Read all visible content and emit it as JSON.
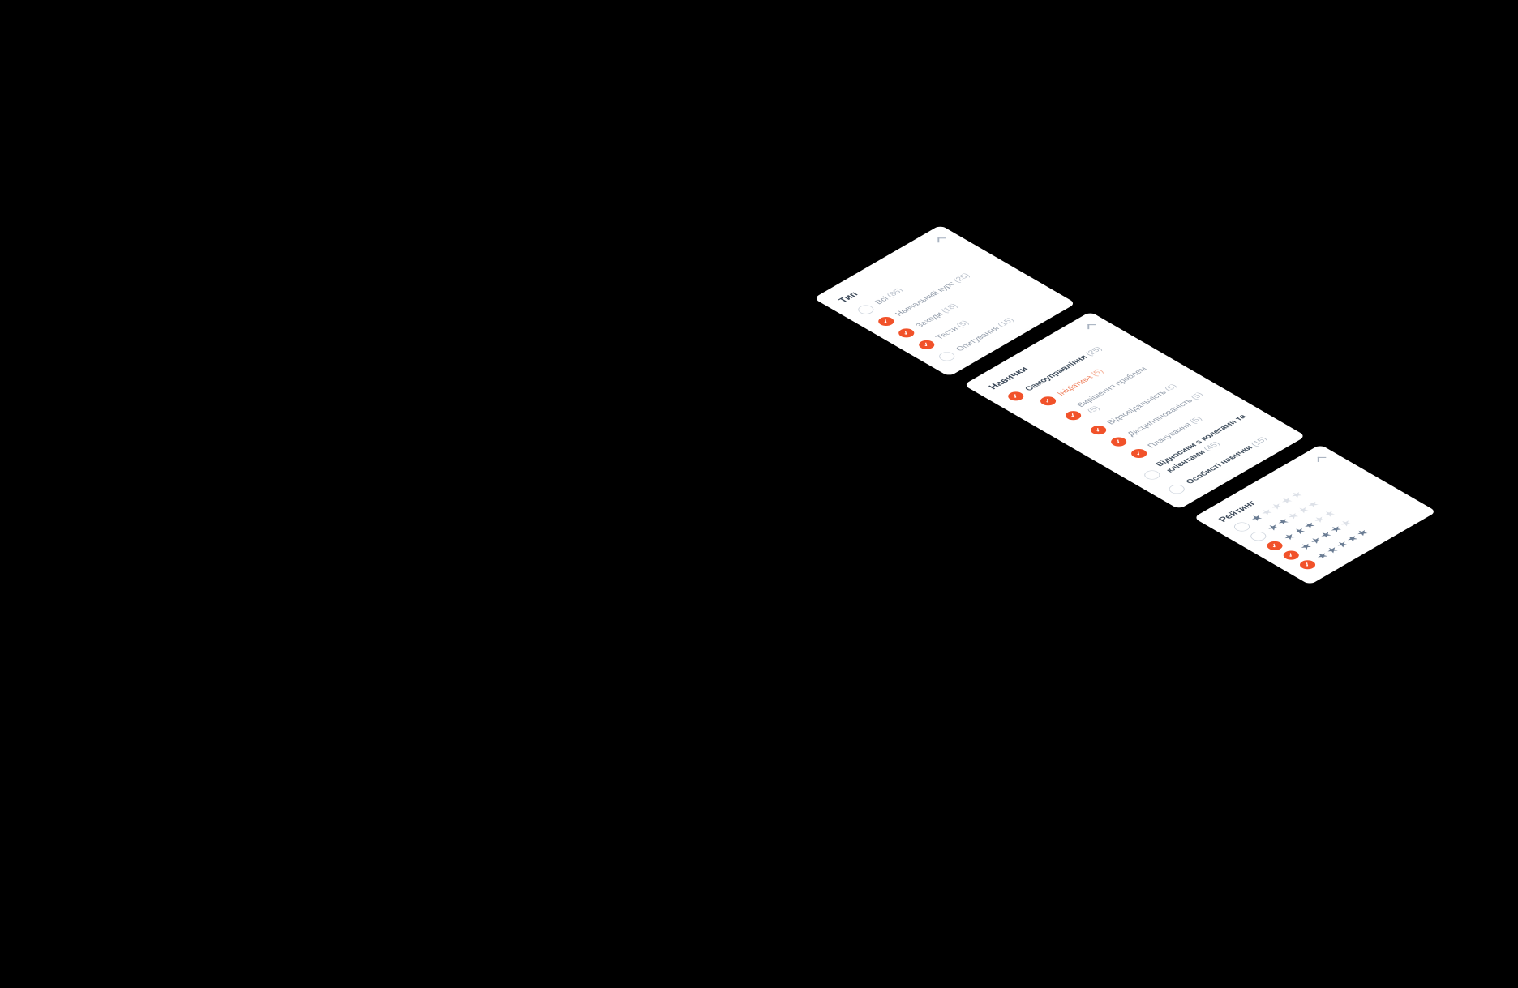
{
  "colors": {
    "accent_orange": "#F1522A",
    "star_filled": "#6A7C93",
    "star_empty": "#DDE1E8",
    "title_text": "#3D4A5A",
    "option_text": "#929CAA",
    "highlight_text": "#EF7F5C",
    "background": "#000000"
  },
  "glyphs": {
    "check": "✓",
    "star": "★",
    "collapse_icon": "chevron-up"
  },
  "panels": [
    {
      "id": "type",
      "title": "Тип",
      "options": [
        {
          "label": "Всі",
          "count": "(85)",
          "checked": false
        },
        {
          "label": "Навчальний курс",
          "count": "(25)",
          "checked": true
        },
        {
          "label": "Заходи",
          "count": "(18)",
          "checked": true
        },
        {
          "label": "Тести",
          "count": "(5)",
          "checked": true
        },
        {
          "label": "Опитування",
          "count": "(15)",
          "checked": false
        }
      ]
    },
    {
      "id": "skills",
      "title": "Навички",
      "options": [
        {
          "label": "Самоуправління",
          "count": "(25)",
          "checked": true,
          "bold": true
        },
        {
          "label": "Ініціатива",
          "count": "(5)",
          "checked": true,
          "indent": true,
          "highlighted": true
        },
        {
          "label": "Вирішення проблем",
          "count": "(5)",
          "checked": true,
          "indent": true
        },
        {
          "label": "Відповідальність",
          "count": "(5)",
          "checked": true,
          "indent": true
        },
        {
          "label": "Дисциплінованість",
          "count": "(5)",
          "checked": true,
          "indent": true
        },
        {
          "label": "Планування",
          "count": "(5)",
          "checked": true,
          "indent": true
        },
        {
          "label": "Відносини з колегами та клієнтами",
          "count": "(45)",
          "checked": false,
          "bold": true
        },
        {
          "label": "Особисті навички",
          "count": "(15)",
          "checked": false,
          "bold": true
        }
      ]
    },
    {
      "id": "rating",
      "title": "Рейтинг",
      "options": [
        {
          "stars": 1,
          "stars_filled": "★",
          "stars_empty": "★★★★",
          "checked": false
        },
        {
          "stars": 2,
          "stars_filled": "★★",
          "stars_empty": "★★★",
          "checked": false
        },
        {
          "stars": 3,
          "stars_filled": "★★★",
          "stars_empty": "★★",
          "checked": true
        },
        {
          "stars": 4,
          "stars_filled": "★★★★",
          "stars_empty": "★",
          "checked": true
        },
        {
          "stars": 5,
          "stars_filled": "★★★★★",
          "stars_empty": "",
          "checked": true
        }
      ]
    }
  ]
}
